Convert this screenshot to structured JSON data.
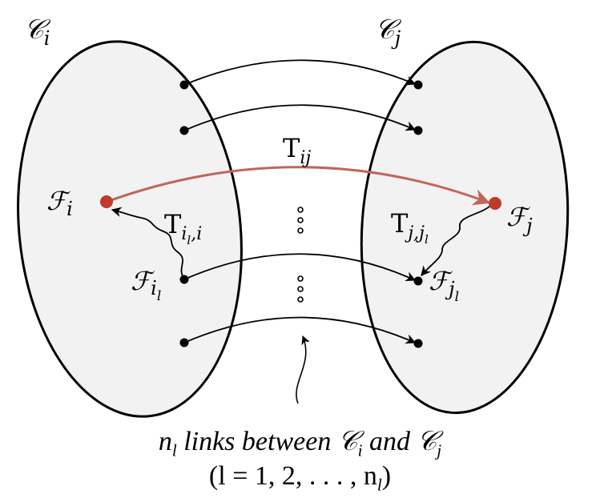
{
  "clusters": {
    "left": {
      "label": "𝒞",
      "sub": "i"
    },
    "right": {
      "label": "𝒞",
      "sub": "j"
    }
  },
  "nodes": {
    "fi": {
      "label": "ℱ",
      "sub": "i"
    },
    "fj": {
      "label": "ℱ",
      "sub": "j"
    },
    "fil": {
      "label": "ℱ",
      "sub": "i",
      "subsub": "l"
    },
    "fjl": {
      "label": "ℱ",
      "sub": "j",
      "subsub": "l"
    }
  },
  "edges": {
    "tij": {
      "label": "T",
      "sub": "ij"
    },
    "til": {
      "label": "T",
      "sub": "i",
      "subsub": "l",
      "tail": ",i"
    },
    "tjl": {
      "label": "T",
      "sub": "j,j",
      "subsub": "l"
    }
  },
  "caption": {
    "line1_nl": "n",
    "line1_nl_sub": "l",
    "line1_mid": " links between ",
    "line1_ci": "𝒞",
    "line1_ci_sub": "i",
    "line1_and": " and ",
    "line1_cj": "𝒞",
    "line1_cj_sub": "j",
    "line2": "(l = 1, 2, . . . , n",
    "line2_sub": "l",
    "line2_close": ")"
  },
  "colors": {
    "cluster_fill": "#f2f2f2",
    "highlight": "#c0392b",
    "highlight_edge": "#c0665a",
    "ink": "#000000"
  }
}
